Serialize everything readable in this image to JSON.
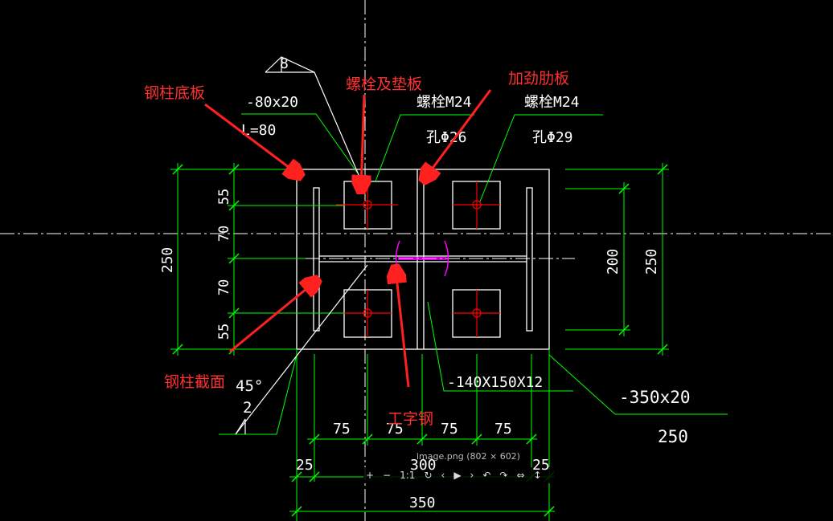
{
  "annotations": {
    "base_plate": "钢柱底板",
    "bolt_and_washer": "螺栓及垫板",
    "stiffener": "加劲肋板",
    "column_section": "钢柱截面",
    "i_beam": "工字钢"
  },
  "cad_labels": {
    "plate_spec": "-80x20",
    "length": "L=80",
    "weld_size": "8",
    "bolt_left": "螺栓M24",
    "hole_left": "孔Φ26",
    "bolt_right": "螺栓M24",
    "hole_right": "孔Φ29",
    "stiffener_spec": "-140X150X12",
    "base_spec": "-350x20",
    "base_width": "250",
    "weld_angle": "45°",
    "weld_leg": "2"
  },
  "dimensions": {
    "left_55_top": "55",
    "left_70_top": "70",
    "left_70_bottom": "70",
    "left_55_bottom": "55",
    "left_total": "250",
    "right_200": "200",
    "right_250": "250",
    "bottom_75_a": "75",
    "bottom_75_b": "75",
    "bottom_75_c": "75",
    "bottom_75_d": "75",
    "bottom_25_left": "25",
    "bottom_300": "300",
    "bottom_25_right": "25",
    "bottom_350": "350"
  },
  "viewer": {
    "caption": "image.png (802 × 602)",
    "toolbar_icons": [
      "zoom-in-icon",
      "zoom-out-icon",
      "actual-size-icon",
      "rotate-icon",
      "previous-icon",
      "play-icon",
      "next-icon",
      "undo-icon",
      "redo-icon",
      "fit-icon",
      "info-icon"
    ]
  },
  "colors": {
    "background": "#000000",
    "outline": "#ffffff",
    "dimension": "#00ff00",
    "bolt": "#ff0000",
    "i_beam": "#ff00ff",
    "annotation": "#ff3030",
    "centerline": "#ffffff"
  }
}
